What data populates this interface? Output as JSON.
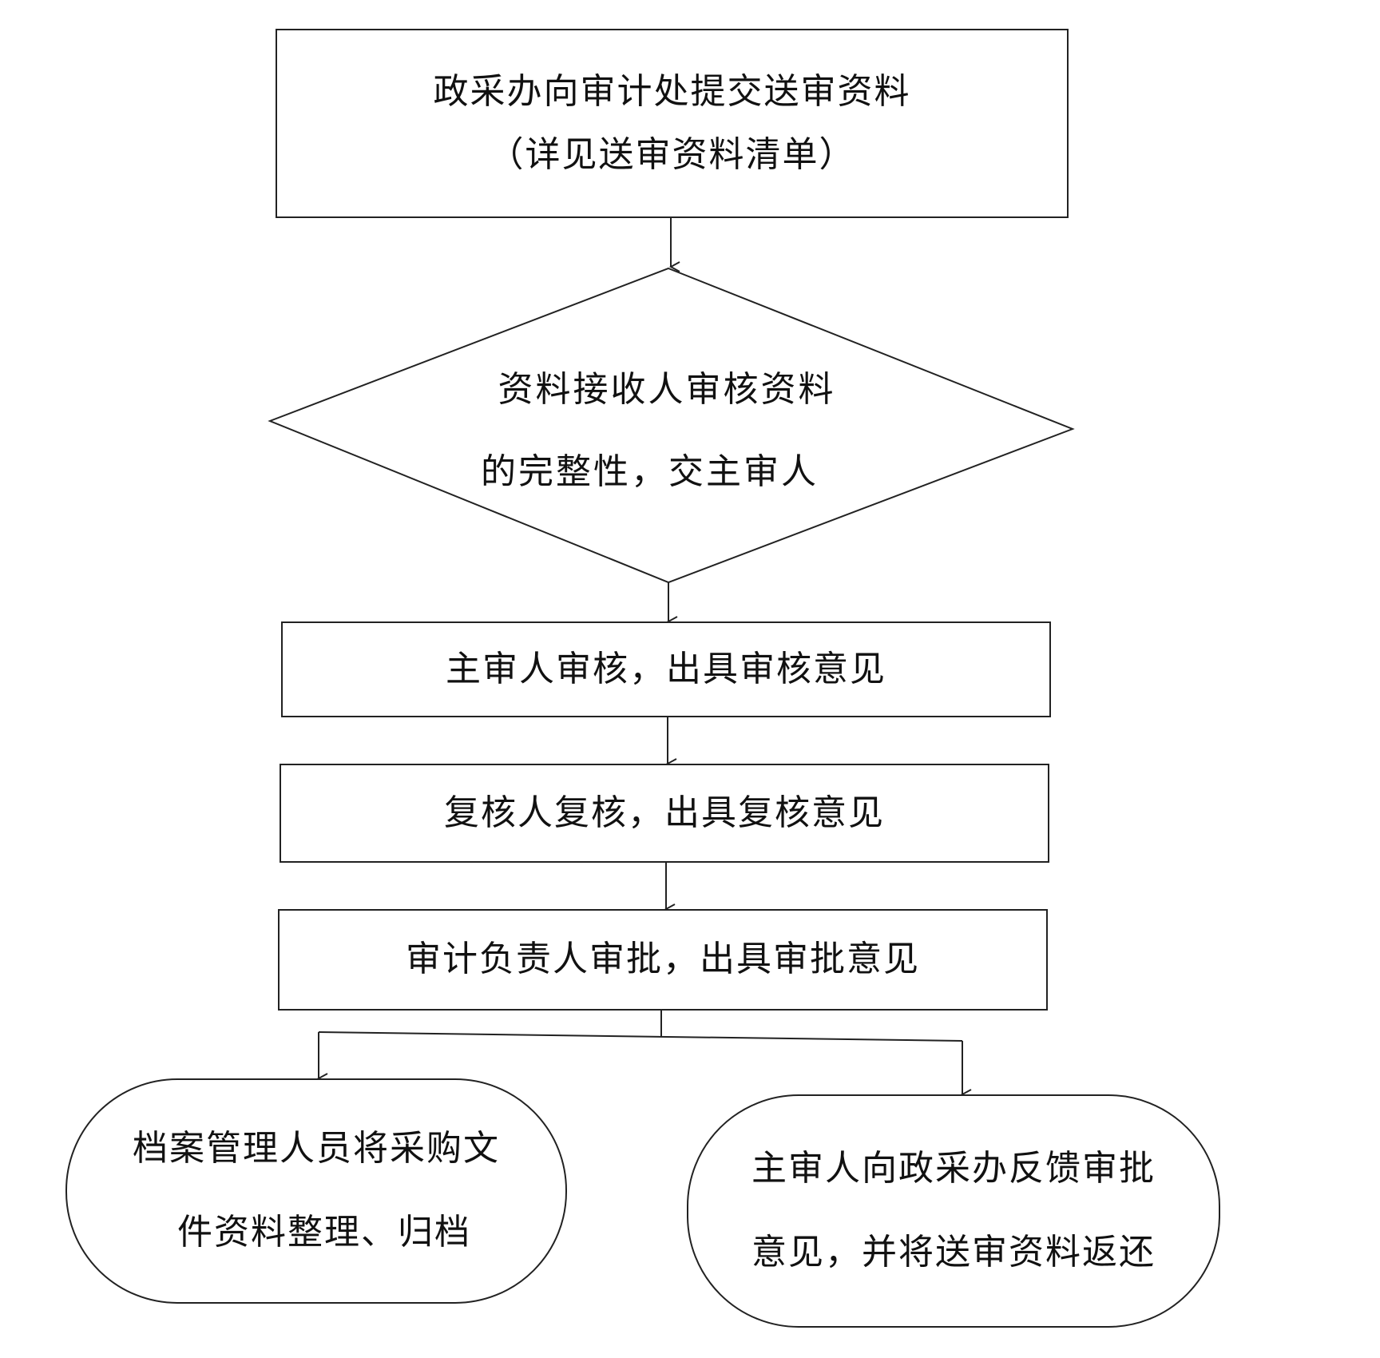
{
  "nodes": {
    "submit": {
      "line1": "政采办向审计处提交送审资料",
      "line2": "（详见送审资料清单）"
    },
    "receive_check": {
      "line1": "资料接收人审核资料",
      "line2": "的完整性，交主审人"
    },
    "lead_review": {
      "line1": "主审人审核，出具审核意见"
    },
    "recheck": {
      "line1": "复核人复核，出具复核意见"
    },
    "approve": {
      "line1": "审计负责人审批，出具审批意见"
    },
    "archive": {
      "line1": "档案管理人员将采购文",
      "line2": "件资料整理、归档"
    },
    "feedback": {
      "line1": "主审人向政采办反馈审批",
      "line2": "意见，并将送审资料返还"
    }
  },
  "colors": {
    "stroke": "#222222",
    "text": "#111111",
    "background": "#ffffff"
  }
}
